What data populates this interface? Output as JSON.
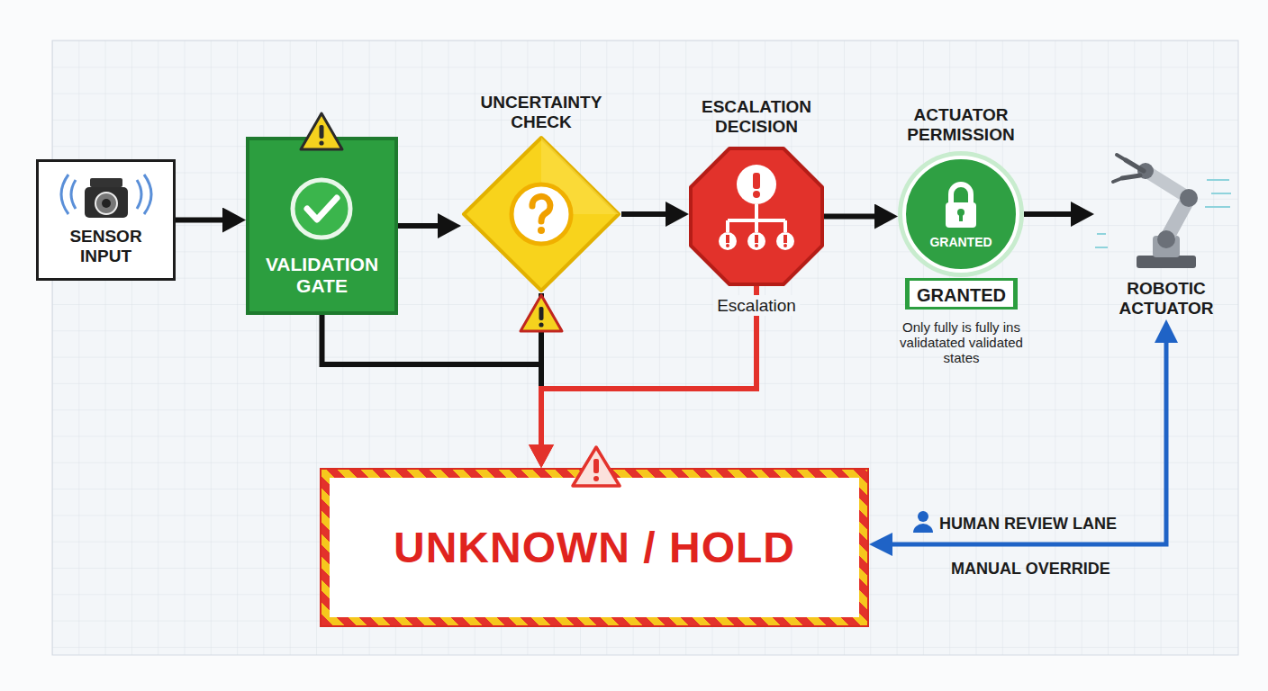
{
  "diagram": {
    "nodes": [
      {
        "text": [
          "SENSOR INPUT"
        ]
      },
      {
        "text": [
          "VALIDATION GATE"
        ]
      },
      {
        "text": [
          "UNCERTAINTY CHECK"
        ]
      },
      {
        "text": [
          "ESCALATION DECISION",
          "Escalation"
        ]
      },
      {
        "text": [
          "ACTUATOR PERMISSION",
          "GRANTED"
        ]
      },
      {
        "text": [
          "GRANTED"
        ]
      },
      {
        "text": [
          "ROBOTIC ACTUATOR"
        ]
      },
      {
        "text": [
          "UNKNOWN / HOLD"
        ]
      }
    ],
    "edges": [
      {
        "from": 0,
        "to": 1,
        "arrow": "to"
      },
      {
        "from": 1,
        "to": 2,
        "arrow": "to"
      },
      {
        "from": 2,
        "to": 3,
        "arrow": "to"
      },
      {
        "from": 3,
        "to": 4,
        "arrow": "to"
      },
      {
        "from": 4,
        "to": 6,
        "arrow": "to"
      },
      {
        "from": 1,
        "to": 7,
        "arrow": "to"
      },
      {
        "from": 2,
        "to": 7,
        "arrow": "to"
      },
      {
        "from": 3,
        "to": 7,
        "arrow": "to"
      },
      {
        "from": 7,
        "to": 6,
        "label": "HUMAN REVIEW LANE",
        "arrow": "both"
      }
    ],
    "labels": [
      "Only fully is fully ins validatated validated states",
      "MANUAL OVERRIDE"
    ]
  }
}
